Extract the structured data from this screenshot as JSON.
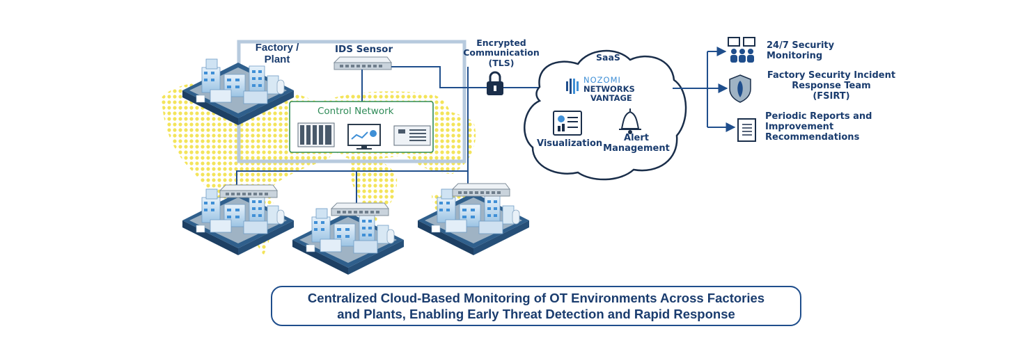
{
  "factory": {
    "line1": "Factory /",
    "line2": "Plant"
  },
  "ids_sensor": "IDS Sensor",
  "control_network": "Control Network",
  "encryption": {
    "line1": "Encrypted",
    "line2": "Communication",
    "line3": "(TLS)"
  },
  "cloud": {
    "label": "SaaS",
    "brand": {
      "line1": "NOZOMI",
      "line2": "NETWORKS",
      "line3": "VANTAGE"
    },
    "visualization": "Visualization",
    "alert": {
      "line1": "Alert",
      "line2": "Management"
    }
  },
  "services": [
    {
      "line1": "24/7 Security",
      "line2": "Monitoring",
      "icon": "monitoring-team-icon"
    },
    {
      "line1": "Factory Security Incident",
      "line2": "Response Team",
      "line3": "(FSIRT)",
      "icon": "shield-icon"
    },
    {
      "line1": "Periodic Reports and",
      "line2": "Improvement",
      "line3": "Recommendations",
      "icon": "report-document-icon"
    }
  ],
  "caption": {
    "line1": "Centralized Cloud-Based Monitoring of OT Environments Across Factories",
    "line2": "and Plants, Enabling Early Threat Detection and Rapid Response"
  },
  "colors": {
    "navy": "#1a3c6e",
    "frame": "#b7cade",
    "green": "#2e8b57",
    "dots": "#f3e45a",
    "line": "#1f4e8c"
  }
}
